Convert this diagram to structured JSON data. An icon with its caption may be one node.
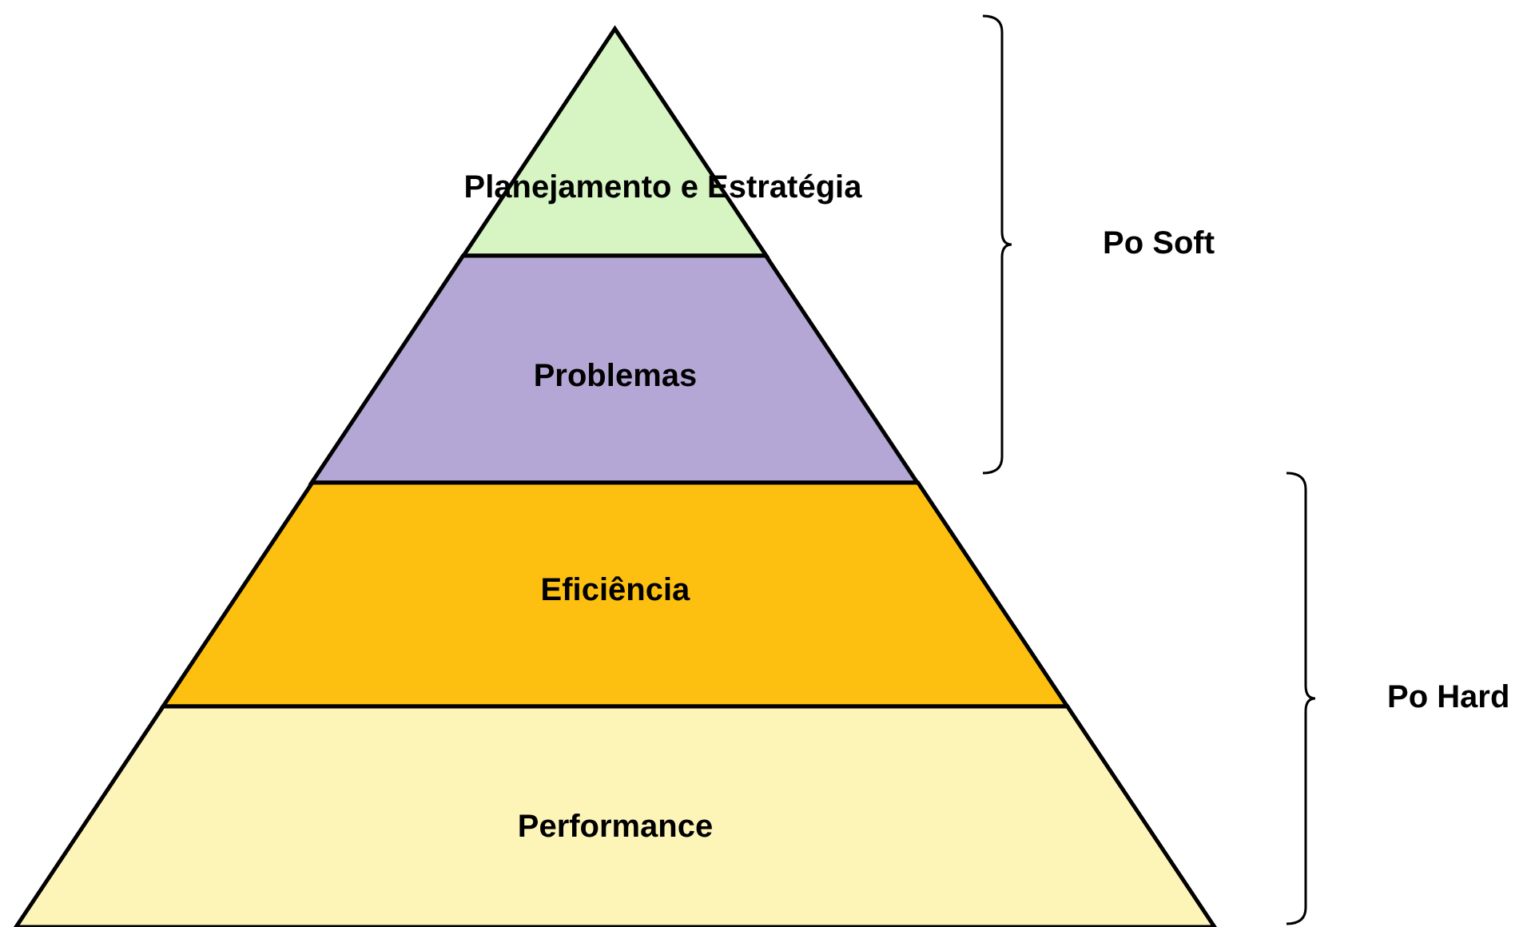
{
  "diagram": {
    "nodes": [
      {
        "text": [
          "Planejamento e Estratégia"
        ]
      },
      {
        "text": [
          "Problemas"
        ]
      },
      {
        "text": [
          "Eficiência"
        ]
      },
      {
        "text": [
          "Performance"
        ]
      }
    ],
    "labels": [
      "Po Soft",
      "Po Hard"
    ]
  }
}
